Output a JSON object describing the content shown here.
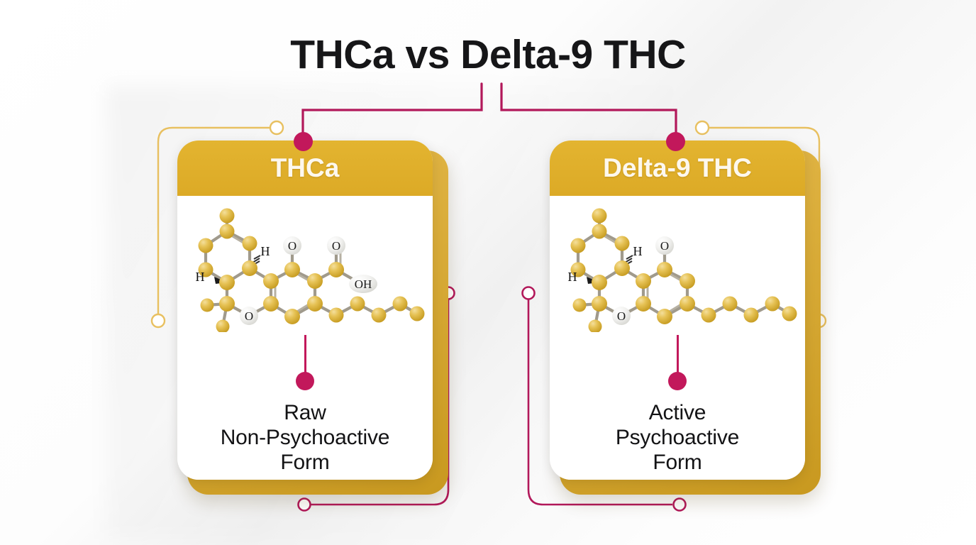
{
  "page": {
    "title": "THCa vs Delta-9 THC",
    "background_color": "#fbfbfb"
  },
  "theme": {
    "gold": "#dcaa26",
    "gold_light": "#e3b430",
    "gold_line": "#e8c060",
    "crimson": "#c2185b",
    "card_white": "#ffffff",
    "text_dark": "#131315",
    "header_text": "#fdf8ee",
    "atom_carbon": "#e0b743",
    "atom_oxygen": "#f2f2f2",
    "bond": "#9b9b93"
  },
  "cards": [
    {
      "id": "thca",
      "header_label": "THCa",
      "molecule": {
        "name": "THCa-molecule-diagram",
        "has_carboxyl_group": true,
        "atom_labels": [
          "H",
          "H",
          "O",
          "O",
          "OH",
          "O"
        ]
      },
      "caption_lines": [
        "Raw",
        "Non-Psychoactive",
        "Form"
      ]
    },
    {
      "id": "delta9thc",
      "header_label": "Delta-9 THC",
      "molecule": {
        "name": "delta9-THC-molecule-diagram",
        "has_carboxyl_group": false,
        "atom_labels": [
          "H",
          "H",
          "O",
          "O"
        ]
      },
      "caption_lines": [
        "Active",
        "Psychoactive",
        "Form"
      ]
    }
  ],
  "decor": {
    "gold_connector_nodes": 4,
    "crimson_connector_nodes": 2,
    "crimson_header_dots": 2
  }
}
